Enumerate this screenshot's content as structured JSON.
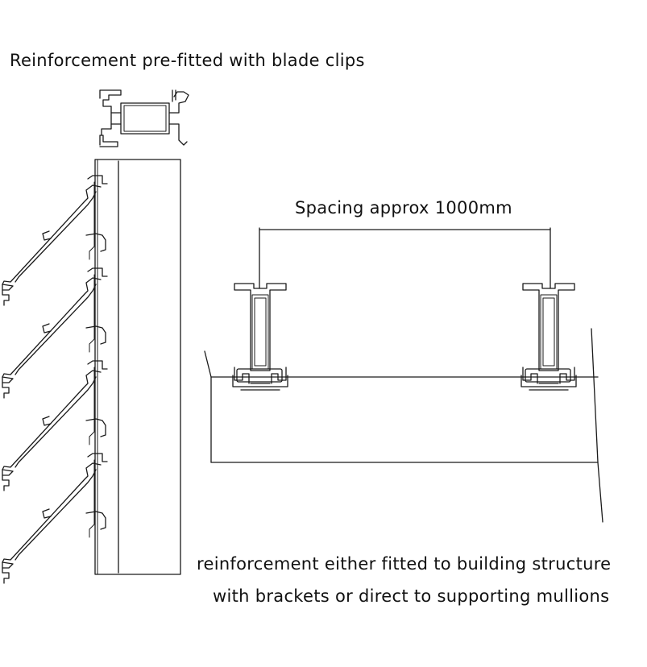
{
  "labels": {
    "top_caption": "Reinforcement pre-fitted with blade clips",
    "spacing_dimension": "Spacing approx 1000mm",
    "bottom_caption_line1": "reinforcement either fitted to building structure",
    "bottom_caption_line2": "with brackets or direct to supporting mullions"
  },
  "blade_count": 4,
  "colors": {
    "line": "#1a1a1a",
    "background": "#ffffff"
  }
}
